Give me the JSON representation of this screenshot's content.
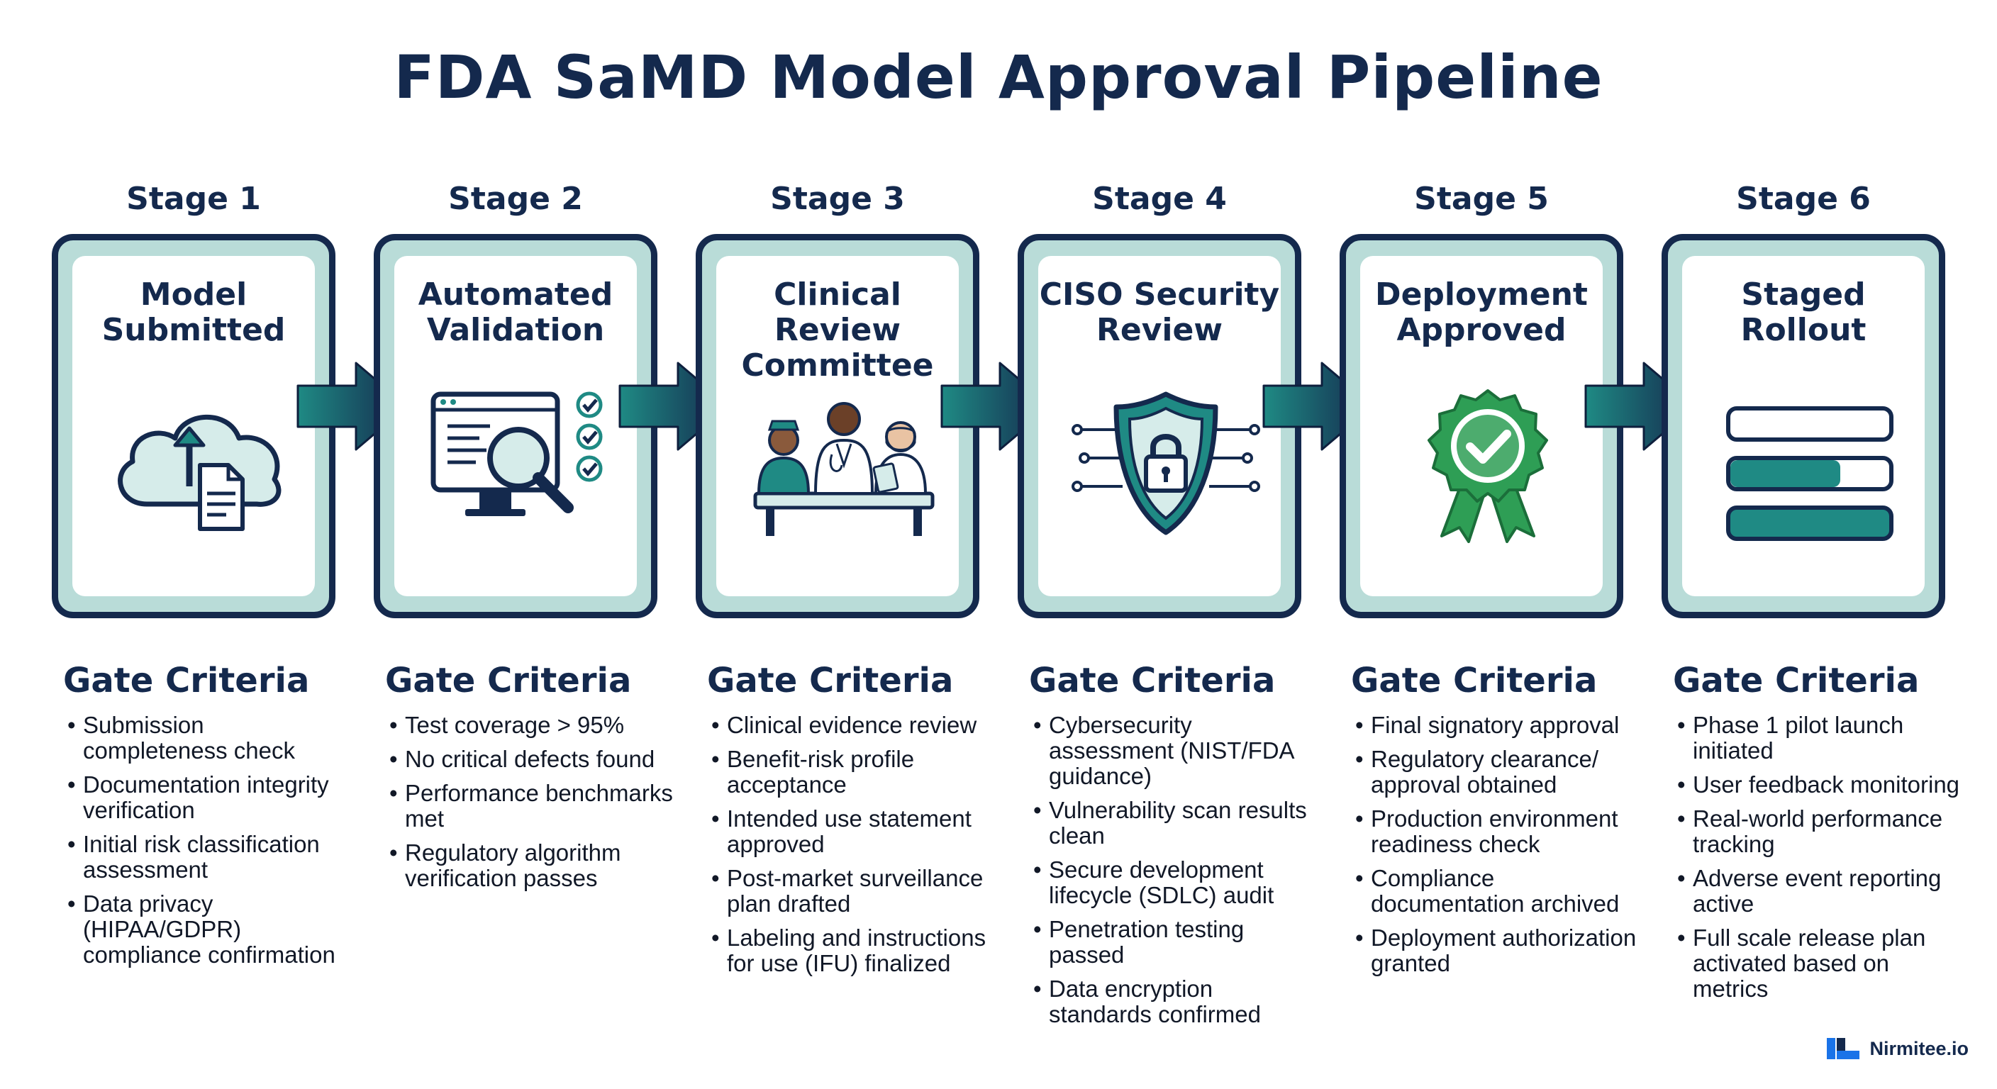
{
  "title": "FDA SaMD Model Approval Pipeline",
  "gate_heading": "Gate Criteria",
  "stages": [
    {
      "label": "Stage 1",
      "title_lines": [
        "Model",
        "Submitted"
      ],
      "icon": "cloud-upload-document-icon",
      "criteria": [
        "Submission completeness check",
        "Documentation integrity verification",
        "Initial risk classification assessment",
        "Data privacy (HIPAA/GDPR) compliance confirmation"
      ]
    },
    {
      "label": "Stage 2",
      "title_lines": [
        "Automated",
        "Validation"
      ],
      "icon": "monitor-magnifier-checklist-icon",
      "criteria": [
        "Test coverage > 95%",
        "No critical defects found",
        "Performance benchmarks met",
        "Regulatory algorithm verification passes"
      ]
    },
    {
      "label": "Stage 3",
      "title_lines": [
        "Clinical Review",
        "Committee"
      ],
      "icon": "clinicians-committee-icon",
      "criteria": [
        "Clinical evidence review",
        "Benefit-risk profile acceptance",
        "Intended use statement approved",
        "Post-market surveillance plan drafted",
        "Labeling and instructions for use (IFU) finalized"
      ]
    },
    {
      "label": "Stage 4",
      "title_lines": [
        "CISO Security",
        "Review"
      ],
      "icon": "shield-lock-circuit-icon",
      "criteria": [
        "Cybersecurity assessment (NIST/FDA guidance)",
        "Vulnerability scan results clean",
        "Secure development lifecycle (SDLC) audit",
        "Penetration testing passed",
        "Data encryption standards confirmed"
      ]
    },
    {
      "label": "Stage 5",
      "title_lines": [
        "Deployment",
        "Approved"
      ],
      "icon": "approval-rosette-check-icon",
      "criteria": [
        "Final signatory approval",
        "Regulatory clearance/ approval obtained",
        "Production environment readiness check",
        "Compliance documentation archived",
        "Deployment authorization granted"
      ]
    },
    {
      "label": "Stage 6",
      "title_lines": [
        "Staged",
        "Rollout"
      ],
      "icon": "progress-bars-icon",
      "criteria": [
        "Phase 1 pilot launch initiated",
        "User feedback monitoring",
        "Real-world performance tracking",
        "Adverse event reporting active",
        "Full scale release plan activated based on metrics"
      ]
    }
  ],
  "brand": {
    "name": "Nirmitee.io",
    "icon": "nirmitee-logo-icon"
  },
  "colors": {
    "navy": "#14294d",
    "teal": "#1f8a84",
    "mint": "#b9dcd8",
    "green": "#2e9e55"
  }
}
